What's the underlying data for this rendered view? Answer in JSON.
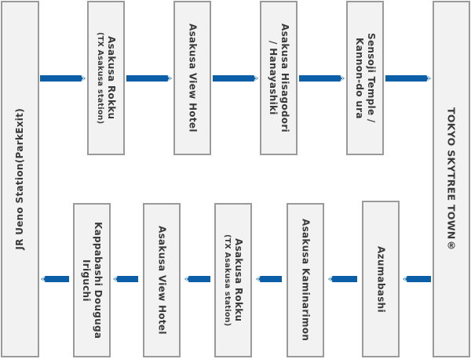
{
  "stops": {
    "jr_ueno": "JR Ueno Station(ParkExit)",
    "skytree": "TOKYO SKYTREE TOWN®",
    "top": [
      {
        "name": "Asakusa Rokku",
        "sub": "(TX Asakusa station)"
      },
      {
        "name": "Asakusa View Hotel"
      },
      {
        "name": "Asakusa Hisagodori",
        "name2": "/ Hanayashiki"
      },
      {
        "name": "Sensoji Temple /",
        "name2": "Kannon-do ura"
      }
    ],
    "bottom": [
      {
        "name": "Kappabashi Douguga",
        "name2": "Iriguchi"
      },
      {
        "name": "Asakusa View Hotel"
      },
      {
        "name": "Asakusa Rokku",
        "sub": "(TX Asakusa station)"
      },
      {
        "name": "Asakusa Kaminarimon"
      },
      {
        "name": "Azumabashi"
      }
    ]
  },
  "colors": {
    "arrow": "#0a5fa8",
    "box_fill": "#f2f2f2",
    "box_border": "#9a9a9a"
  }
}
